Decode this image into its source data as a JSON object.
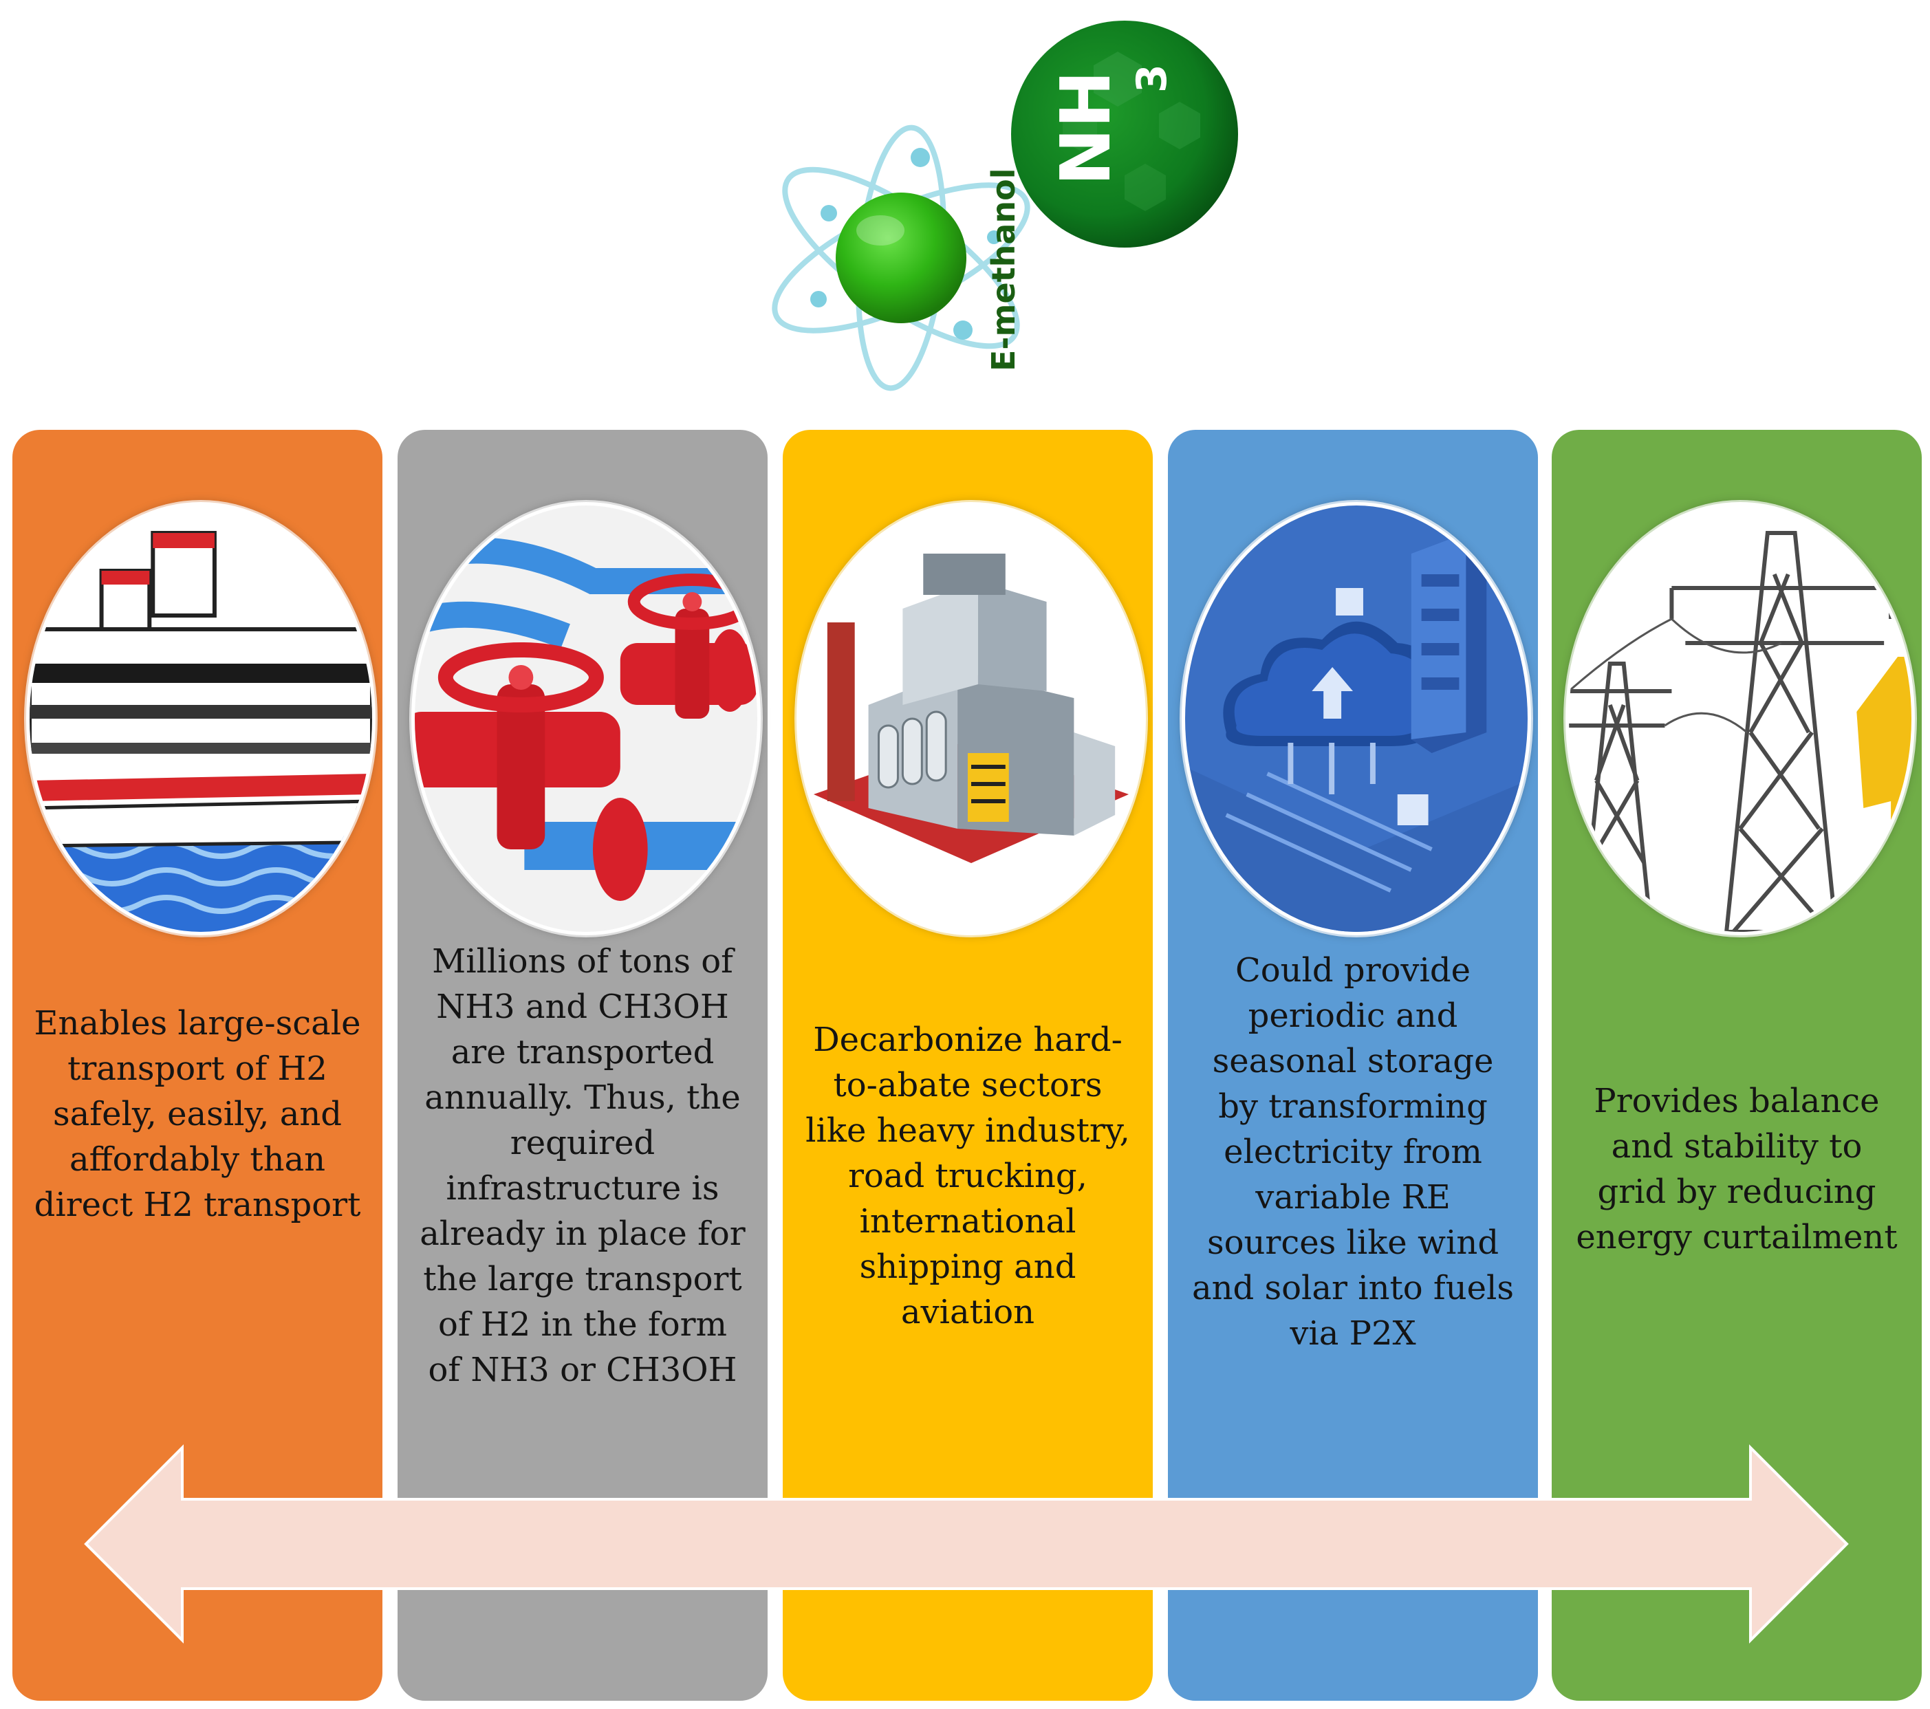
{
  "header": {
    "methanol_label": "E-methanol",
    "ammonia_formula": "NH",
    "ammonia_subscript": "3"
  },
  "panels": [
    {
      "id": "shipping",
      "color": "#ED7D31",
      "icon": "ship-icon",
      "text": "Enables large-scale transport of H2 safely, easily, and affordably than direct H2 transport"
    },
    {
      "id": "infrastructure",
      "color": "#A5A5A5",
      "icon": "valve-icon",
      "text": "Millions of tons of NH3 and CH3OH are transported annually. Thus, the required infrastructure is already in place for the large transport of H2 in the form of NH3 or CH3OH"
    },
    {
      "id": "industry",
      "color": "#FFC000",
      "icon": "factory-icon",
      "text": "Decarbonize hard-to-abate sectors like heavy industry, road trucking, international shipping and aviation"
    },
    {
      "id": "storage",
      "color": "#5B9BD5",
      "icon": "cloud-storage-icon",
      "text": "Could provide periodic and seasonal storage by transforming electricity from variable RE sources like wind and solar into fuels via P2X"
    },
    {
      "id": "grid",
      "color": "#70AD47",
      "icon": "power-tower-icon",
      "text": "Provides balance and stability to grid by reducing energy curtailment"
    }
  ],
  "arrow_color": "#F8DCD2"
}
